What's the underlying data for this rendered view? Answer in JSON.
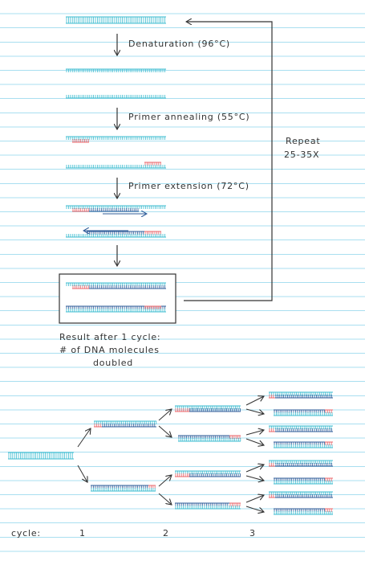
{
  "colors": {
    "template": "#3dbcd0",
    "primer": "#e8656a",
    "extension": "#2f5d9a",
    "ink": "#333333",
    "ruled_line": "#a9dff0"
  },
  "steps": {
    "denaturation": "Denaturation (96°C)",
    "annealing": "Primer annealing (55°C)",
    "extension": "Primer extension (72°C)"
  },
  "repeat": {
    "line1": "Repeat",
    "line2": "25-35X"
  },
  "result": {
    "line1": "Result after 1 cycle:",
    "line2": "# of DNA molecules",
    "line3": "doubled"
  },
  "cycles": {
    "label": "cycle:",
    "numbers": [
      "1",
      "2",
      "3"
    ]
  }
}
